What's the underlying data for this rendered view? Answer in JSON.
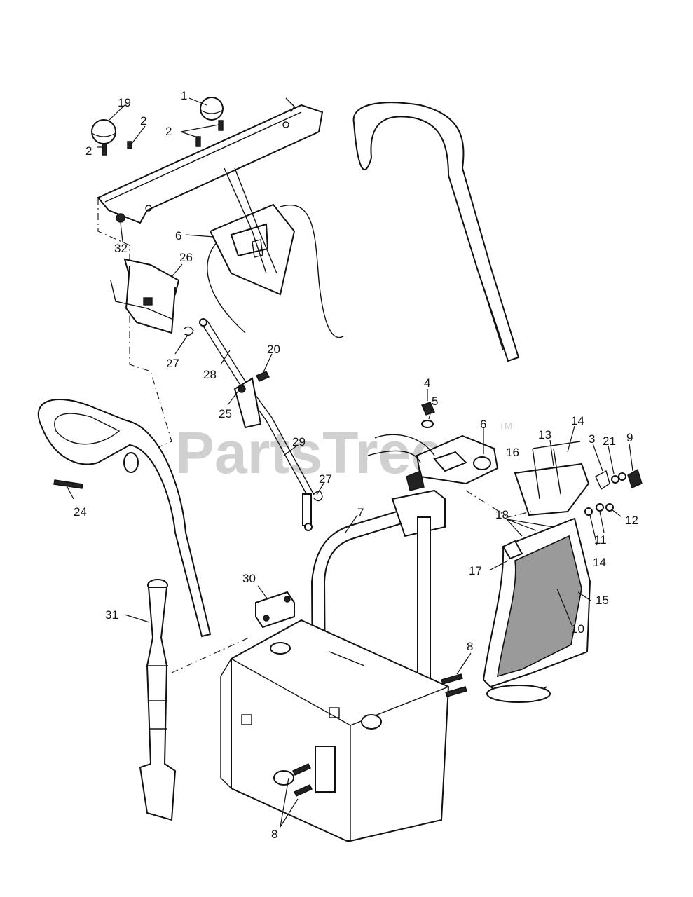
{
  "watermark": {
    "text": "PartsTree",
    "tm": "TM"
  },
  "callouts": {
    "c1": "1",
    "c19": "19",
    "c2a": "2",
    "c2b": "2",
    "c2c": "2",
    "c6a": "6",
    "c32": "32",
    "c26": "26",
    "c27a": "27",
    "c28": "28",
    "c20": "20",
    "c25": "25",
    "c29": "29",
    "c27b": "27",
    "c24": "24",
    "c4": "4",
    "c5": "5",
    "c6b": "6",
    "c14a": "14",
    "c13": "13",
    "c3": "3",
    "c21": "21",
    "c9": "9",
    "c16": "16",
    "c12": "12",
    "c18": "18",
    "c11": "11",
    "c14b": "14",
    "c7": "7",
    "c17": "17",
    "c15": "15",
    "c10": "10",
    "c30": "30",
    "c31": "31",
    "c8a": "8",
    "c8b": "8"
  }
}
